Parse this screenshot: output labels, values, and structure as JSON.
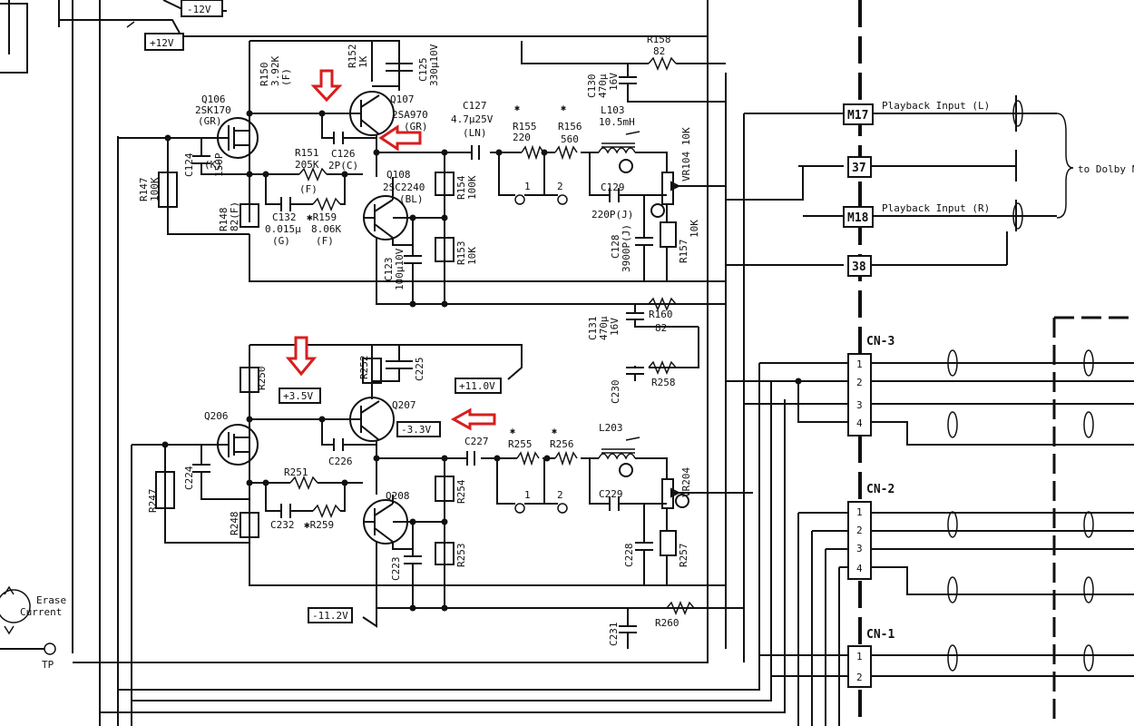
{
  "top_labels": {
    "minus12": "-12V",
    "plus12": "+12V"
  },
  "upper": {
    "r150": "R150",
    "r150v": "3.92K",
    "r150t": "(F)",
    "r152": "R152",
    "r152v": "1K",
    "c125": "C125",
    "c125v": "330μ10V",
    "r158": "R158",
    "r158v": "82",
    "q106": "Q106",
    "q106p": "2SK170",
    "q106g": "(GR)",
    "q107": "Q107",
    "q107p": "2SA970",
    "q107g": "(GR)",
    "c127": "C127",
    "c127v": "4.7μ25V",
    "c127t": "(LN)",
    "r155": "R155",
    "r155v": "220",
    "r156": "R156",
    "r156v": "560",
    "l103": "L103",
    "l103v": "10.5mH",
    "c130": "C130",
    "c130v": "470μ",
    "c130t": "16V",
    "vr104": "VR104 10K",
    "c124": "C124",
    "c124v": "150P",
    "c124t": "(K)",
    "r151": "R151",
    "r151v": "205K",
    "r151t": "(F)",
    "c126": "C126",
    "c126v": "2P(C)",
    "q108": "Q108",
    "q108p": "2SC2240",
    "q108g": "(BL)",
    "r154": "R154",
    "r154v": "100K",
    "c129": "C129",
    "c129v": "220P(J)",
    "r147": "R147",
    "r147v": "100K",
    "r148": "R148",
    "r148v": "82(F)",
    "c132": "C132",
    "c132v": "0.015μ",
    "c132t": "(G)",
    "r159": "✱R159",
    "r159v": "8.06K",
    "r159t": "(F)",
    "c123": "C123",
    "c123v": "100μ10V",
    "r153": "R153",
    "r153v": "10K",
    "c128": "C128",
    "c128v": "3900P(J)",
    "r157": "R157",
    "r157v": "10K",
    "c131": "C131",
    "c131v": "470μ",
    "c131t": "16V",
    "r160": "R160",
    "r160v": "82"
  },
  "lower": {
    "r250": "R250",
    "r252": "R252",
    "c225": "C225",
    "v_plus35": "+3.5V",
    "v_plus11": "+11.0V",
    "v_minus33": "-3.3V",
    "v_minus112": "-11.2V",
    "q206": "Q206",
    "q207": "Q207",
    "q208": "Q208",
    "c230": "C230",
    "r258": "R258",
    "c227": "C227",
    "r255": "R255",
    "r256": "R256",
    "l203": "L203",
    "c226": "C226",
    "vr204": "VR204",
    "c224": "C224",
    "r251": "R251",
    "r254": "R254",
    "c229": "C229",
    "r247": "R247",
    "r248": "R248",
    "c232": "C232",
    "r259": "✱R259",
    "c223": "C223",
    "r253": "R253",
    "c228": "C228",
    "r257": "R257",
    "c231": "C231",
    "r260": "R260"
  },
  "markers": {
    "one": "1",
    "two": "2",
    "star": "✱"
  },
  "connectors": {
    "m17": "M17",
    "p37": "37",
    "m18": "M18",
    "p38": "38",
    "playback_l": "Playback Input (L)",
    "playback_r": "Playback Input (R)",
    "to_dolby": "to Dolby N",
    "cn3": "CN-3",
    "cn2": "CN-2",
    "cn1": "CN-1",
    "pin1": "1",
    "pin2": "2",
    "pin3": "3",
    "pin4": "4"
  },
  "left": {
    "erase": "Erase",
    "current": "Current",
    "tp": "TP"
  },
  "colors": {
    "ink": "#111111",
    "annotation": "#d81e1e",
    "paper": "#ffffff"
  }
}
